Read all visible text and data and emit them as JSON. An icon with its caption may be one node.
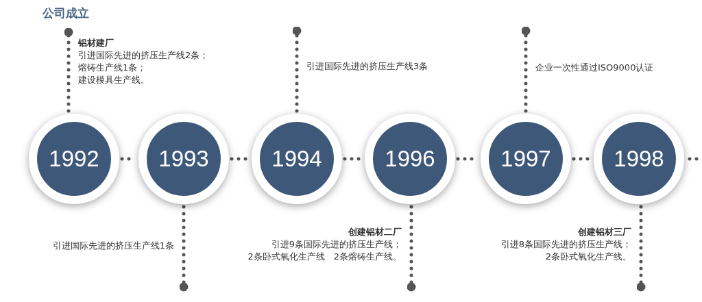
{
  "diagram": {
    "nodes": [
      {
        "text": [
          "1992"
        ]
      },
      {
        "text": [
          "1993"
        ]
      },
      {
        "text": [
          "1994"
        ]
      },
      {
        "text": [
          "1996"
        ]
      },
      {
        "text": [
          "1997"
        ]
      },
      {
        "text": [
          "1998"
        ]
      },
      {
        "text": [
          "铝材建厂",
          "引进国际先进的挤压生产线2条；",
          "熔铸生产线1条；",
          "建设模具生产线。"
        ]
      },
      {
        "text": [
          "引进国际先进的挤压生产线1条"
        ]
      },
      {
        "text": [
          "引进国际先进的挤压生产线3条"
        ]
      },
      {
        "text": [
          "创建铝材二厂",
          "引进9条国际先进的挤压生产线；",
          "2条卧式氧化生产线　2条熔铸生产线。"
        ]
      },
      {
        "text": [
          "企业一次性通过ISO9000认证"
        ]
      },
      {
        "text": [
          "创建铝材三厂",
          "引进8条国际先进的挤压生产线；",
          "2条卧式氧化生产线。"
        ]
      }
    ],
    "edges": [
      {
        "from": 0,
        "to": 1,
        "arrow": "none"
      },
      {
        "from": 1,
        "to": 2,
        "arrow": "none"
      },
      {
        "from": 2,
        "to": 3,
        "arrow": "none"
      },
      {
        "from": 3,
        "to": 4,
        "arrow": "none"
      },
      {
        "from": 4,
        "to": 5,
        "arrow": "none"
      },
      {
        "from": 5,
        "to": null,
        "arrow": "none"
      },
      {
        "from": 0,
        "to": 6,
        "arrow": "other"
      },
      {
        "from": 1,
        "to": 7,
        "arrow": "other"
      },
      {
        "from": 2,
        "to": 8,
        "arrow": "other"
      },
      {
        "from": 3,
        "to": 9,
        "arrow": "other"
      },
      {
        "from": 4,
        "to": 10,
        "arrow": "other"
      },
      {
        "from": 5,
        "to": 11,
        "arrow": "other"
      }
    ],
    "labels": [
      "公司成立"
    ]
  }
}
